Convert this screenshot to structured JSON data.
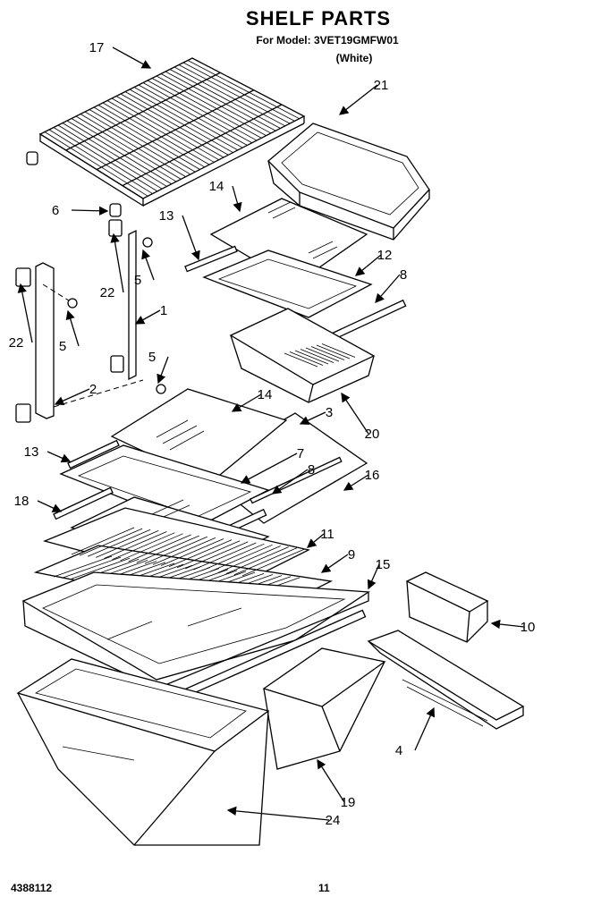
{
  "header": {
    "title": "SHELF PARTS",
    "model_line": "For Model: 3VET19GMFW01",
    "color_line": "(White)"
  },
  "callouts": [
    "17",
    "21",
    "6",
    "14",
    "13",
    "12",
    "8",
    "22",
    "5",
    "1",
    "22",
    "5",
    "5",
    "2",
    "14",
    "3",
    "20",
    "13",
    "7",
    "8",
    "16",
    "18",
    "11",
    "9",
    "15",
    "10",
    "4",
    "19",
    "24"
  ],
  "footer": {
    "doc_number": "4388112",
    "page_number": "11"
  }
}
